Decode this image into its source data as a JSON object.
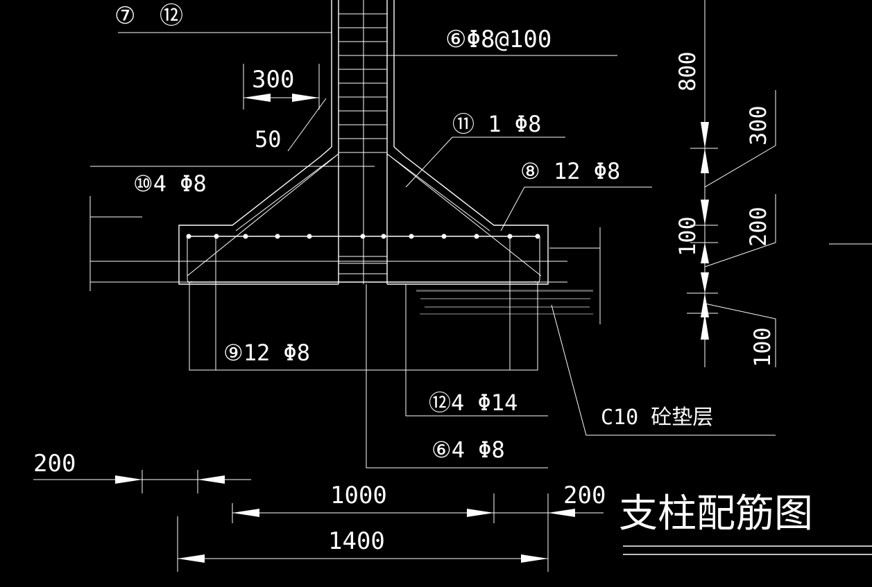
{
  "drawing": {
    "title": "支柱配筋图",
    "labels": {
      "rebar_7": "⑦",
      "rebar_12_top": "⑫",
      "stirrup_6": "⑥Φ8@100",
      "rebar_11": "⑪ 1 Φ8",
      "rebar_10": "⑩4 Φ8",
      "rebar_8": "⑧ 12 Φ8",
      "rebar_9": "⑨12 Φ8",
      "rebar_12": "⑫4 Φ14",
      "rebar_6": "⑥4 Φ8",
      "cushion": "C10 砼垫层"
    },
    "dimensions": {
      "d300_top": "300",
      "d50": "50",
      "d800": "800",
      "d300_right": "300",
      "d100_mid": "100",
      "d200_right": "200",
      "d100_bottom": "100",
      "d200_left": "200",
      "d1000": "1000",
      "d200_bottom_right": "200",
      "d1400": "1400"
    }
  }
}
